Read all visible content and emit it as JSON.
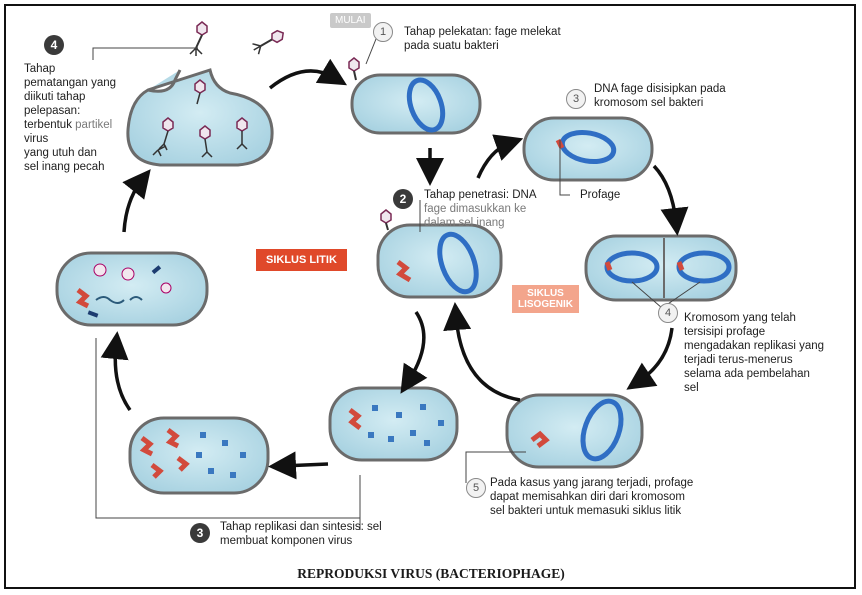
{
  "mulai": "MULAI",
  "steps": {
    "s1": {
      "num": "1",
      "text": "Tahap pelekatan: fage melekat\npada suatu bakteri"
    },
    "s2": {
      "num": "2",
      "text_main": "Tahap penetrasi: DNA",
      "text_soft": "fage dimasukkan ke\ndalam sel inang"
    },
    "s3_lyso": {
      "num": "3",
      "text": "DNA fage disisipkan pada\nkromosom sel bakteri"
    },
    "profage": "Profage",
    "s4_lyso": {
      "num": "4",
      "text": "Kromosom yang telah\ntersisipi profage\nmengadakan replikasi yang\nterjadi terus-menerus\nselama ada pembelahan\nsel"
    },
    "s5": {
      "num": "5",
      "text": "Pada kasus yang jarang terjadi, profage\ndapat memisahkan diri dari kromosom\nsel bakteri untuk memasuki siklus litik"
    },
    "s3_lytic": {
      "num": "3",
      "text": "Tahap replikasi dan sintesis: sel\nmembuat komponen virus"
    },
    "s4_lytic": {
      "num": "4",
      "text_a": "Tahap\npematangan yang\ndiikuti tahap\npelepasan:\nterbentuk ",
      "text_soft": "partikel",
      "text_b": "\nvirus\nyang utuh dan\nsel inang pecah"
    }
  },
  "tags": {
    "litik": "SIKLUS LITIK",
    "lisogenik": "SIKLUS\nLISOGENIK"
  },
  "caption": "REPRODUKSI VIRUS (BACTERIOPHAGE)",
  "colors": {
    "cell_fill": "#bcdfea",
    "cell_stroke": "#6b6b6b",
    "chromosome": "#2f6ec4",
    "phage_dna": "#d24a3c",
    "protein": "#3a78c0",
    "tag_red": "#e0492a",
    "tag_pink": "#f3a58c"
  }
}
